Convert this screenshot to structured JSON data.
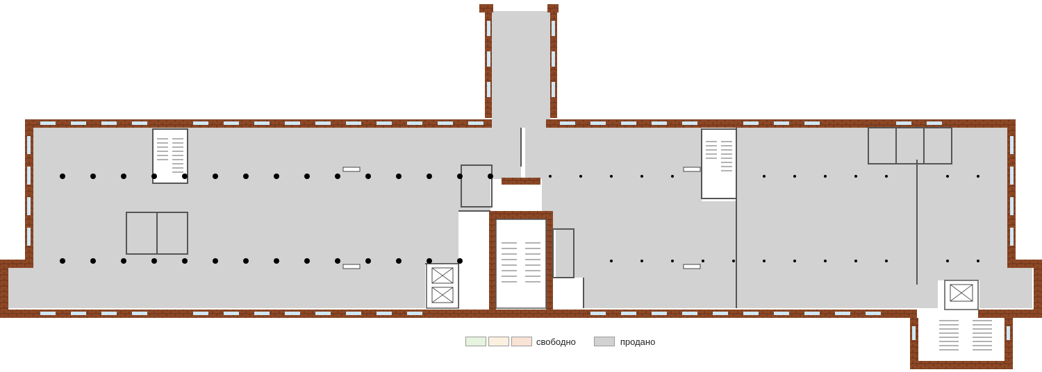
{
  "legend": {
    "free_label": "свободно",
    "sold_label": "продано",
    "free_swatches": [
      "#e6f3df",
      "#fbf0df",
      "#f8e3d6"
    ],
    "sold_swatch": "#d2d2d2"
  },
  "colors": {
    "brick": "#8d4826",
    "brick_dark": "#5e2c15",
    "floor_sold": "#d2d2d2",
    "wall": "#555555",
    "window": "#cfe8f5",
    "column": "#000000"
  },
  "icons": {
    "stairs": "stairs-icon",
    "elevator": "elevator-icon",
    "column": "column-dot",
    "toilet": "toilet-icon"
  }
}
